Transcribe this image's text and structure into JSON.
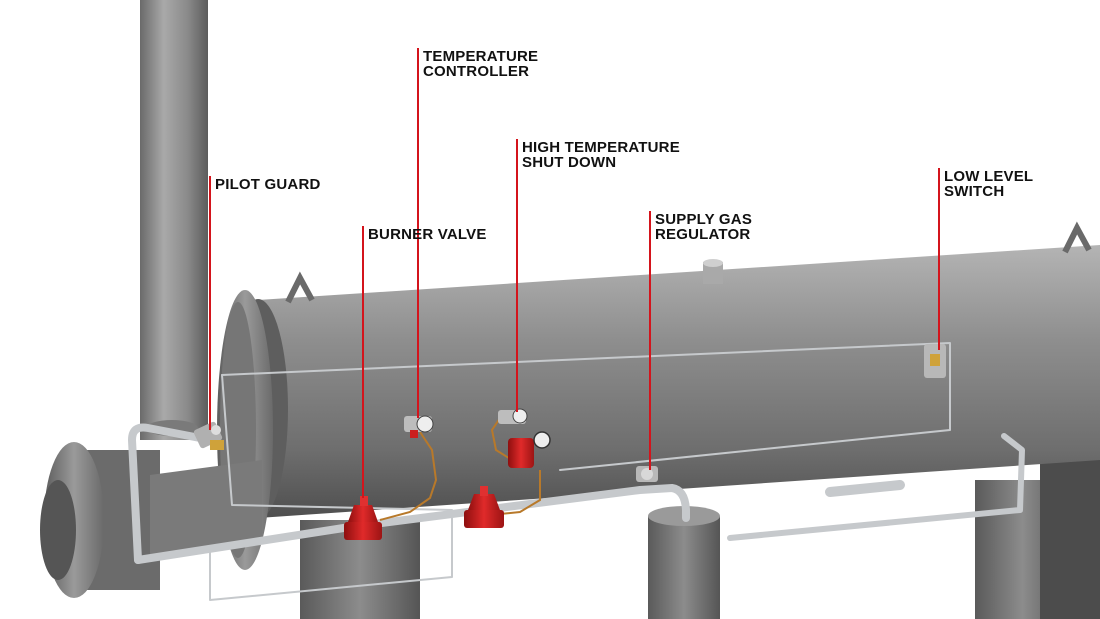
{
  "callouts": {
    "temperature_controller": {
      "line1": "TEMPERATURE",
      "line2": "CONTROLLER"
    },
    "high_temperature_shut_down": {
      "line1": "HIGH TEMPERATURE",
      "line2": "SHUT DOWN"
    },
    "pilot_guard": {
      "line1": "PILOT GUARD"
    },
    "burner_valve": {
      "line1": "BURNER VALVE"
    },
    "supply_gas_regulator": {
      "line1": "SUPPLY GAS",
      "line2": "REGULATOR"
    },
    "low_level_switch": {
      "line1": "LOW LEVEL",
      "line2": "SWITCH"
    }
  },
  "colors": {
    "leader_line": "#d4141c",
    "valve_red": "#cc1f1f",
    "steel": "#8a8a8a",
    "tubing": "#c6c9cc",
    "copper_tube": "#b8792a"
  }
}
